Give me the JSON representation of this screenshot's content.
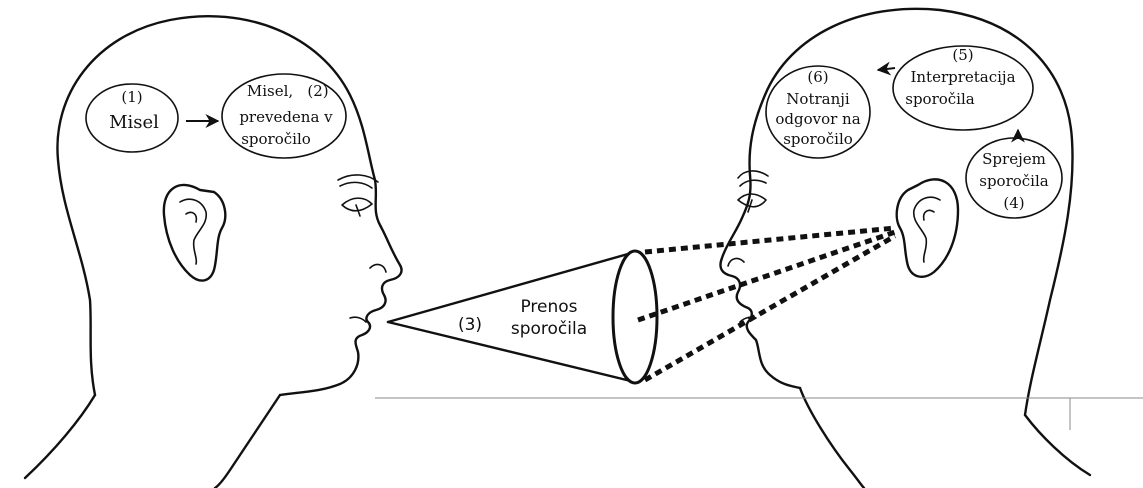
{
  "step1": {
    "number": "(1)",
    "label": "Misel"
  },
  "step2": {
    "number": "(2)",
    "lines": [
      "Misel,",
      "prevedena v",
      "sporočilo"
    ]
  },
  "step3": {
    "number": "(3)",
    "lines": [
      "Prenos",
      "sporočila"
    ]
  },
  "step4": {
    "number": "(4)",
    "lines": [
      "Sprejem",
      "sporočila"
    ]
  },
  "step5": {
    "number": "(5)",
    "lines": [
      "Interpretacija",
      "sporočila"
    ]
  },
  "step6": {
    "number": "(6)",
    "lines": [
      "Notranji",
      "odgovor na",
      "sporočilo"
    ]
  }
}
